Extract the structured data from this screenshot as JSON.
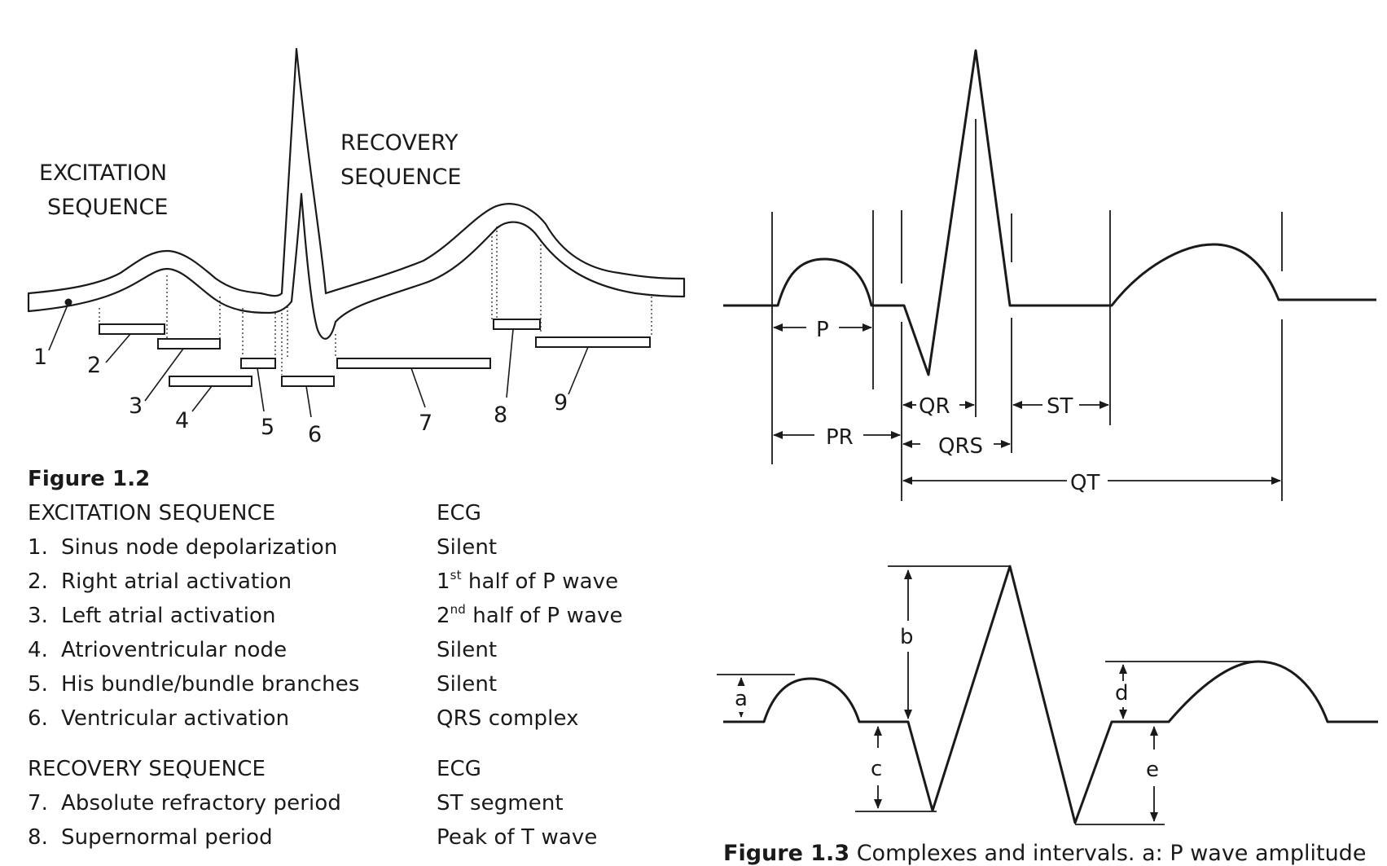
{
  "figure12": {
    "labels": {
      "excitation_line1": "EXCITATION",
      "excitation_line2": "SEQUENCE",
      "recovery_line1": "RECOVERY",
      "recovery_line2": "SEQUENCE"
    },
    "numbers": [
      "1",
      "2",
      "3",
      "4",
      "5",
      "6",
      "7",
      "8",
      "9"
    ],
    "caption": {
      "title": "Figure 1.2",
      "excitation_header": "EXCITATION SEQUENCE",
      "ecg_header": "ECG",
      "excitation_rows": [
        {
          "num": "1.",
          "text": "Sinus node depolarization",
          "ecg": "Silent"
        },
        {
          "num": "2.",
          "text": "Right atrial activation",
          "ecg_pre": "1",
          "ecg_sup": "st",
          "ecg_post": " half of P wave"
        },
        {
          "num": "3.",
          "text": "Left atrial activation",
          "ecg_pre": "2",
          "ecg_sup": "nd",
          "ecg_post": " half of P wave"
        },
        {
          "num": "4.",
          "text": "Atrioventricular node",
          "ecg": "Silent"
        },
        {
          "num": "5.",
          "text": "His bundle/bundle branches",
          "ecg": "Silent"
        },
        {
          "num": "6.",
          "text": "Ventricular activation",
          "ecg": "QRS complex"
        }
      ],
      "recovery_header": "RECOVERY SEQUENCE",
      "ecg_header2": "ECG",
      "recovery_rows": [
        {
          "num": "7.",
          "text": "Absolute refractory period",
          "ecg": "ST segment"
        },
        {
          "num": "8.",
          "text": "Supernormal period",
          "ecg": "Peak of T wave"
        }
      ]
    }
  },
  "figure13": {
    "intervals": {
      "p": "P",
      "pr": "PR",
      "qr": "QR",
      "qrs": "QRS",
      "st": "ST",
      "qt": "QT"
    },
    "amplitudes": {
      "a": "a",
      "b": "b",
      "c": "c",
      "d": "d",
      "e": "e"
    },
    "caption": {
      "title": "Figure 1.3",
      "text": "  Complexes and intervals. a: P wave amplitude"
    }
  }
}
